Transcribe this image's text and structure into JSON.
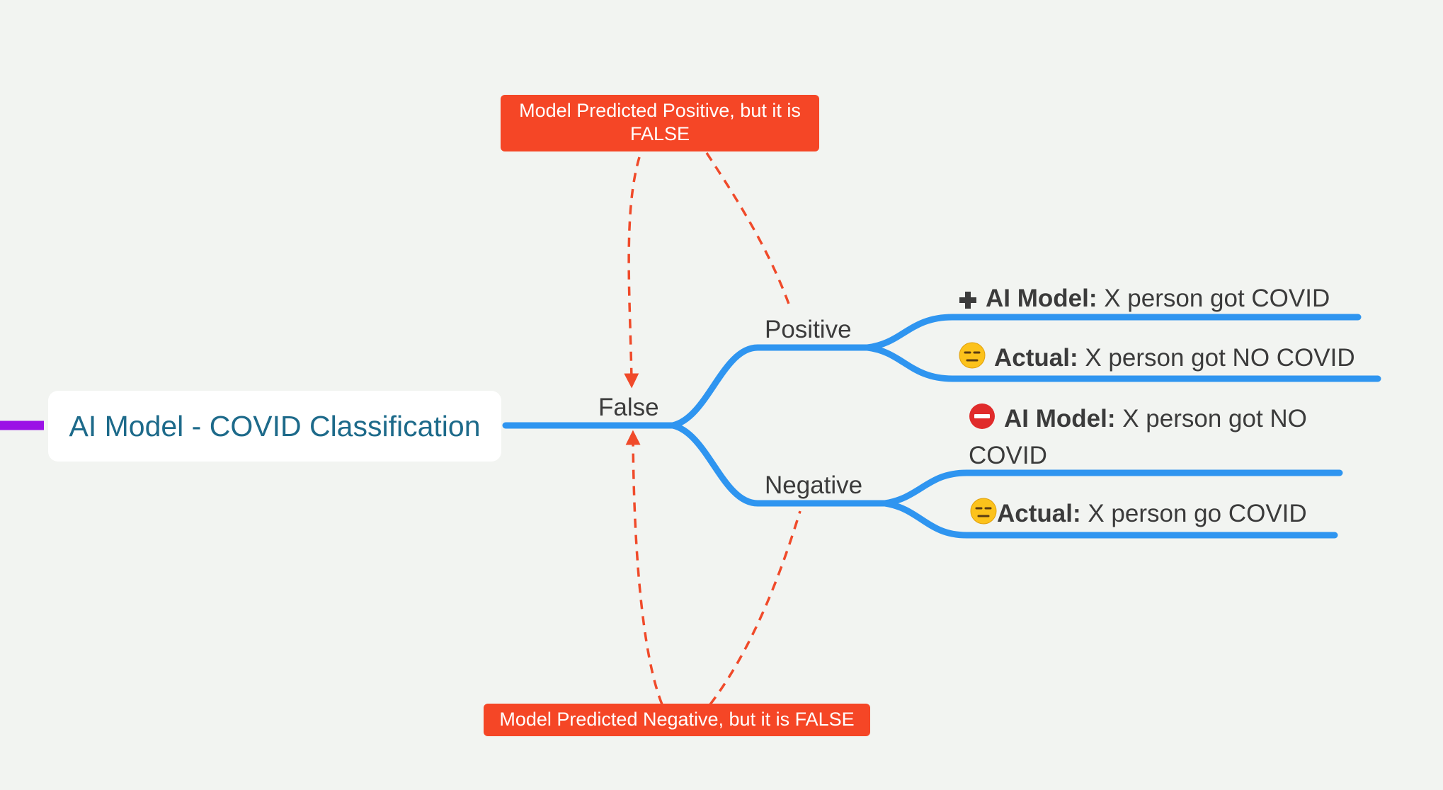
{
  "colors": {
    "background": "#f2f4f1",
    "branch": "#2f95f0",
    "root_text": "#1d6a8a",
    "root_stub": "#9b12e6",
    "callout": "#f54626",
    "dashed_link": "#f04a2a",
    "text": "#3b3b3b"
  },
  "root": {
    "label": "AI Model - COVID Classification"
  },
  "branch": {
    "label": "False",
    "children": [
      {
        "label": "Positive",
        "leaves": [
          {
            "icon": "plus-icon",
            "bold": "AI Model:",
            "text": " X person got COVID"
          },
          {
            "icon": "expressionless-face-icon",
            "bold": "Actual:",
            "text": " X person got NO COVID"
          }
        ]
      },
      {
        "label": "Negative",
        "leaves": [
          {
            "icon": "no-entry-icon",
            "bold": "AI Model:",
            "text": " X person got NO COVID"
          },
          {
            "icon": "expressionless-face-icon",
            "bold": "Actual:",
            "text": " X person go COVID"
          }
        ]
      }
    ]
  },
  "callouts": {
    "top": "Model Predicted Positive, but it is FALSE",
    "bottom": "Model Predicted Negative, but it is FALSE"
  }
}
